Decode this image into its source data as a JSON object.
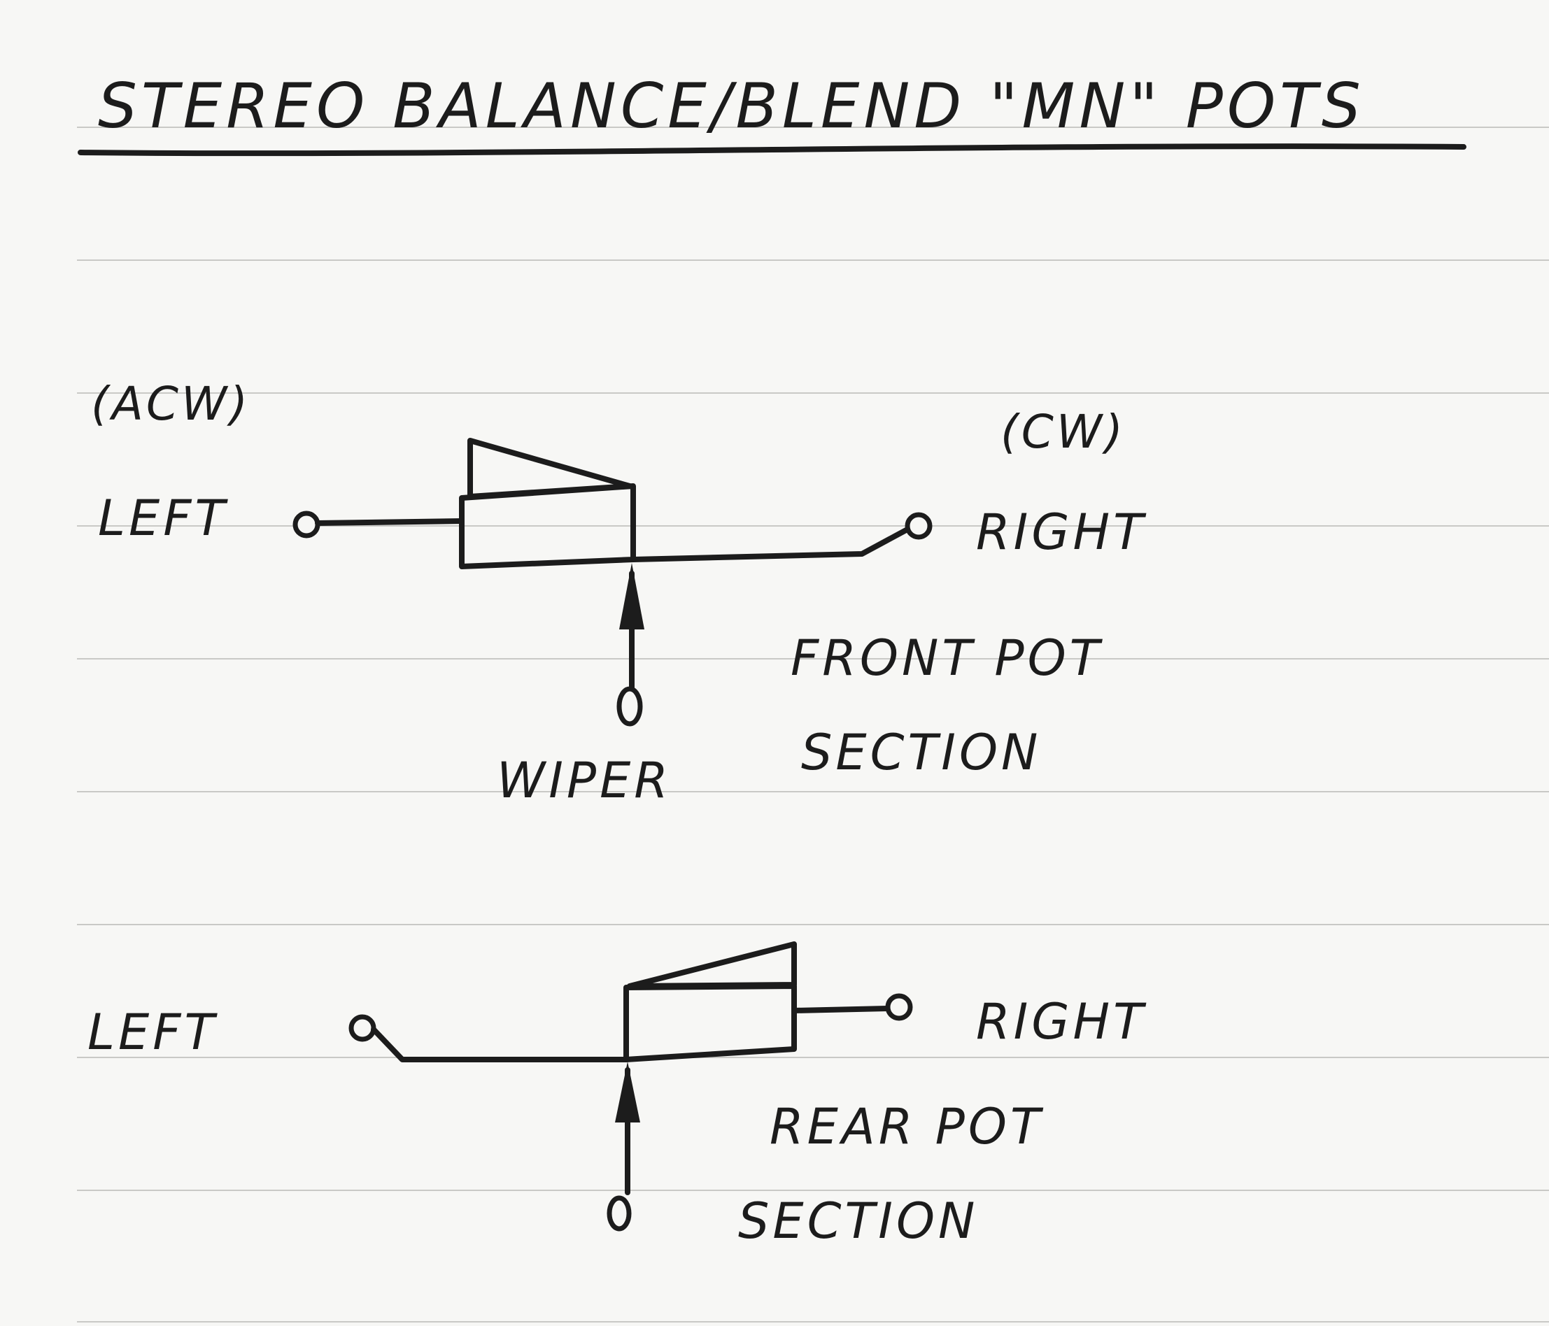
{
  "title": "STEREO BALANCE/BLEND \"MN\" POTS",
  "front": {
    "acw": "(ACW)",
    "cw": "(CW)",
    "left": "LEFT",
    "right": "RIGHT",
    "wiper": "WIPER",
    "section_line1": "FRONT POT",
    "section_line2": "SECTION"
  },
  "rear": {
    "left": "LEFT",
    "right": "RIGHT",
    "section_line1": "REAR POT",
    "section_line2": "SECTION"
  },
  "colors": {
    "ink": "#1c1c1c",
    "paper": "#f7f7f5",
    "rule": "#c9c9c6"
  }
}
